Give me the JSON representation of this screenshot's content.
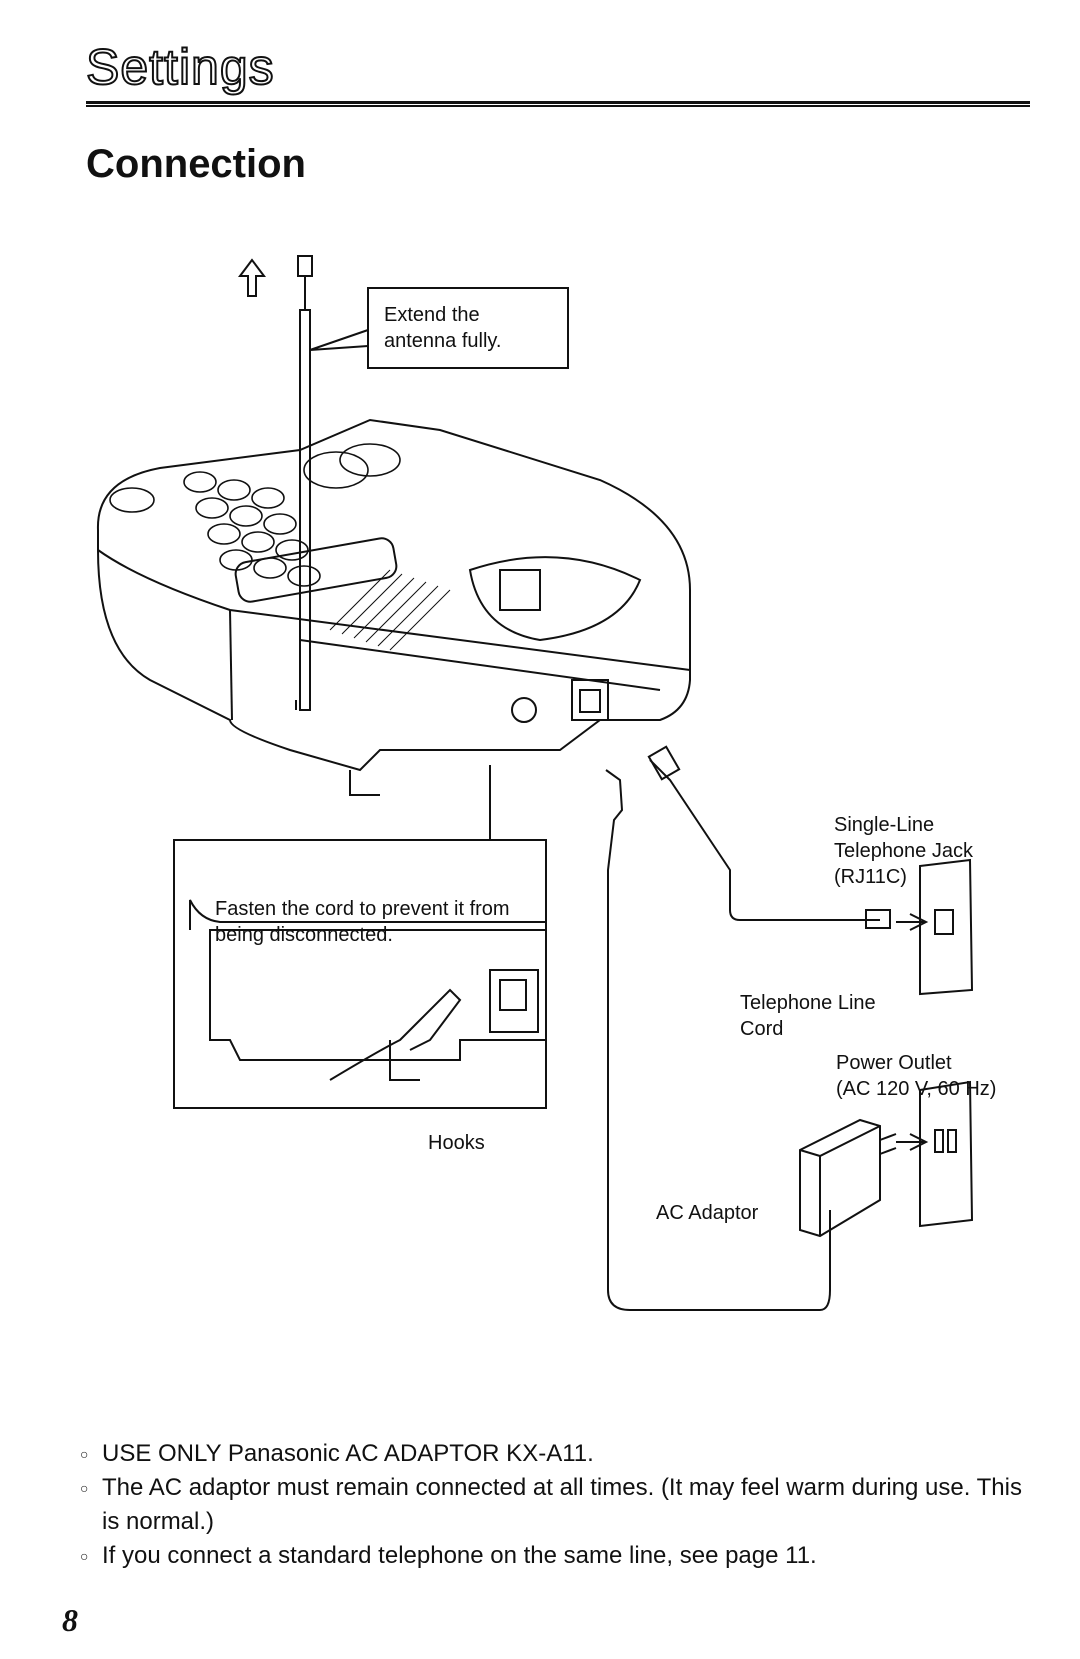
{
  "header": {
    "section": "Settings",
    "heading": "Connection"
  },
  "callouts": {
    "antenna": "Extend the antenna fully.",
    "fasten": "Fasten the cord to prevent it from being disconnected.",
    "hooks": "Hooks",
    "jack_line1": "Single-Line",
    "jack_line2": "Telephone Jack",
    "jack_line3": "(RJ11C)",
    "cord_line1": "Telephone Line",
    "cord_line2": "Cord",
    "outlet_line1": "Power Outlet",
    "outlet_line2": "(AC 120 V, 60 Hz)",
    "adaptor": "AC Adaptor"
  },
  "notes": [
    "USE ONLY Panasonic AC ADAPTOR KX-A11.",
    "The AC adaptor must remain connected at all times. (It may feel warm during use. This is normal.)",
    "If you connect a standard telephone on the same line, see page 11."
  ],
  "icons": [
    "up-arrow-icon",
    "bullet-icon"
  ],
  "page_number": "8"
}
